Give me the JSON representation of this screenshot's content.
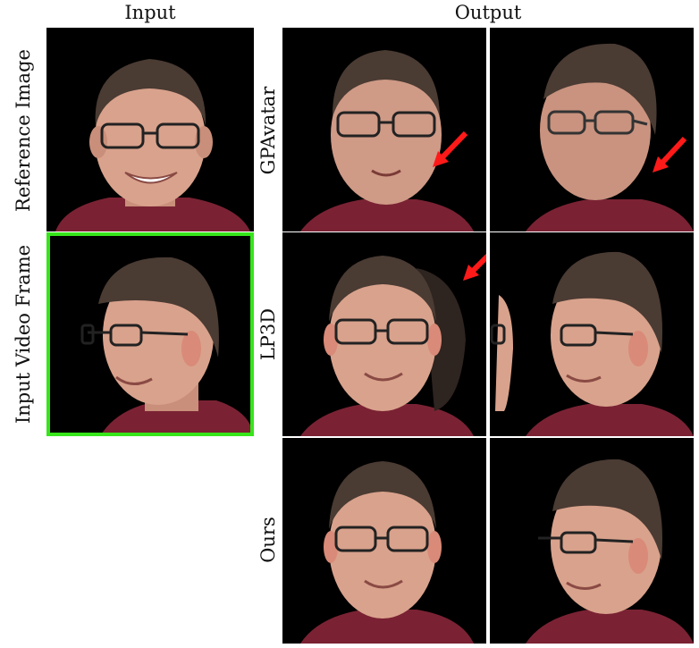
{
  "headers": {
    "input": "Input",
    "output": "Output"
  },
  "row_labels": {
    "reference": "Reference Image",
    "input_frame": "Input Video Frame",
    "gpavatar": "GPAvatar",
    "lp3d": "LP3D",
    "ours": "Ours"
  },
  "colors": {
    "background": "#000000",
    "shirt": "#7a2233",
    "skin": "#d9a28c",
    "hair": "#4a3b33",
    "highlight_frame": "#36e51a",
    "arrow": "#ff1a1a"
  }
}
